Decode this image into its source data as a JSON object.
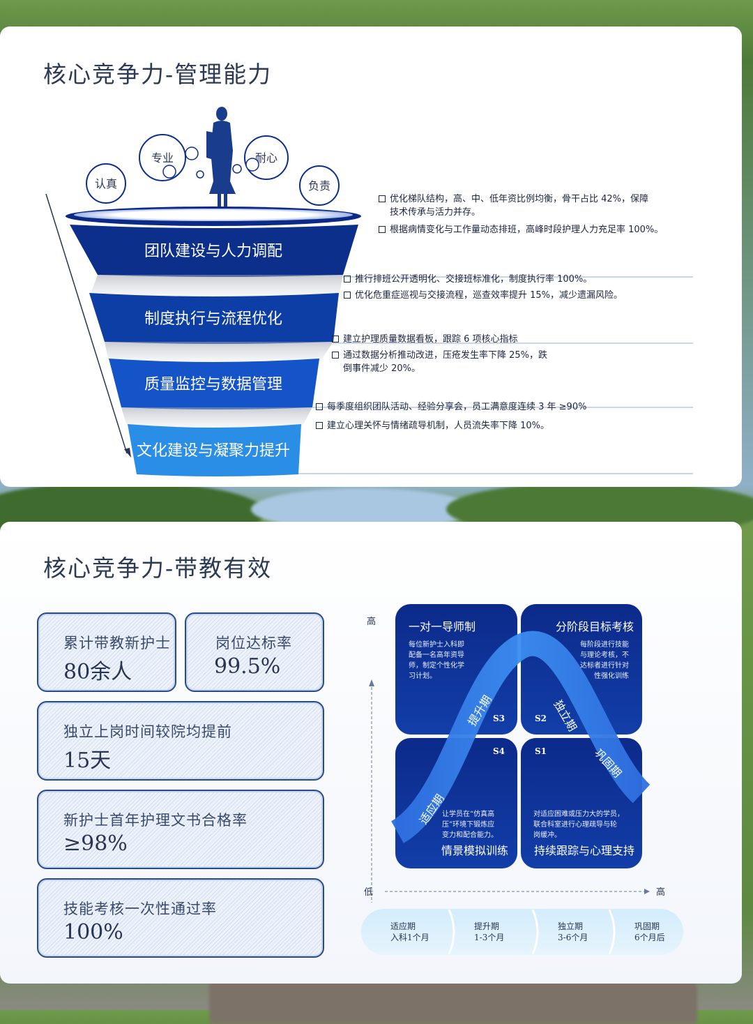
{
  "section1": {
    "title": "核心竞争力-管理能力",
    "bubbles": [
      "认真",
      "专业",
      "耐心",
      "负责"
    ],
    "tiers": [
      {
        "label": "团队建设与人力调配",
        "color": "#0d2f8c",
        "bullets": [
          "优化梯队结构，高、中、低年资比例均衡，骨干占比 42%，保障",
          "技术传承与活力并存。",
          "根据病情变化与工作量动态排班，高峰时段护理人力充足率 100%。"
        ]
      },
      {
        "label": "制度执行与流程优化",
        "color": "#0d3ea6",
        "bullets": [
          "推行排班公开透明化、交接班标准化，制度执行率 100%。",
          "优化危重症巡视与交接流程，巡查效率提升 15%，减少遗漏风险。"
        ]
      },
      {
        "label": "质量监控与数据管理",
        "color": "#1553c8",
        "bullets": [
          "建立护理质量数据看板，跟踪 6 项核心指标",
          "通过数据分析推动改进，压疮发生率下降 25%，跌",
          "倒事件减少 20%。"
        ]
      },
      {
        "label": "文化建设与凝聚力提升",
        "color": "#2b8ee6",
        "bullets": [
          "每季度组织团队活动、经验分享会，员工满意度连续 3 年 ≥90%",
          "建立心理关怀与情绪疏导机制，人员流失率下降 10%。"
        ]
      }
    ]
  },
  "section2": {
    "title": "核心竞争力-带教有效",
    "stats": [
      {
        "label": "累计带教新护士",
        "value": "80余人"
      },
      {
        "label": "岗位达标率",
        "value": "99.5%"
      },
      {
        "label": "独立上岗时间较院均提前",
        "value": "15天"
      },
      {
        "label": "新护士首年护理文书合格率",
        "value": "≥98%"
      },
      {
        "label": "技能考核一次性通过率",
        "value": "100%"
      }
    ],
    "matrix": {
      "axis_high": "高",
      "axis_low": "低",
      "axis_high_x": "高",
      "q_s3": {
        "code": "S3",
        "title": "一对一导师制",
        "desc": [
          "每位新护士入科即",
          "配备一名高年资导",
          "师，制定个性化学",
          "习计划。"
        ]
      },
      "q_s2": {
        "code": "S2",
        "title": "分阶段目标考核",
        "desc": [
          "每阶段进行技能",
          "与理论考核，不",
          "达标者进行针对",
          "性强化训练"
        ]
      },
      "q_s4": {
        "code": "S4",
        "title": "情景模拟训练",
        "desc": [
          "让学员在“仿真高",
          "压”环境下锻炼应",
          "变力和配合能力。"
        ]
      },
      "q_s1": {
        "code": "S1",
        "title": "持续跟踪与心理支持",
        "desc": [
          "对适应困难或压力大的学员，",
          "联合科室进行心理疏导与轮",
          "岗缓冲。"
        ]
      },
      "curve_labels": [
        "适应期",
        "提升期",
        "独立期",
        "巩固期"
      ],
      "timeline": [
        {
          "stage": "适应期",
          "time": "入科1个月"
        },
        {
          "stage": "提升期",
          "time": "1-3个月"
        },
        {
          "stage": "独立期",
          "time": "3-6个月"
        },
        {
          "stage": "巩固期",
          "time": "6个月后"
        }
      ]
    }
  },
  "colors": {
    "navy": "#0b2a86",
    "blue": "#1553c8",
    "light": "#2b8ee6"
  }
}
